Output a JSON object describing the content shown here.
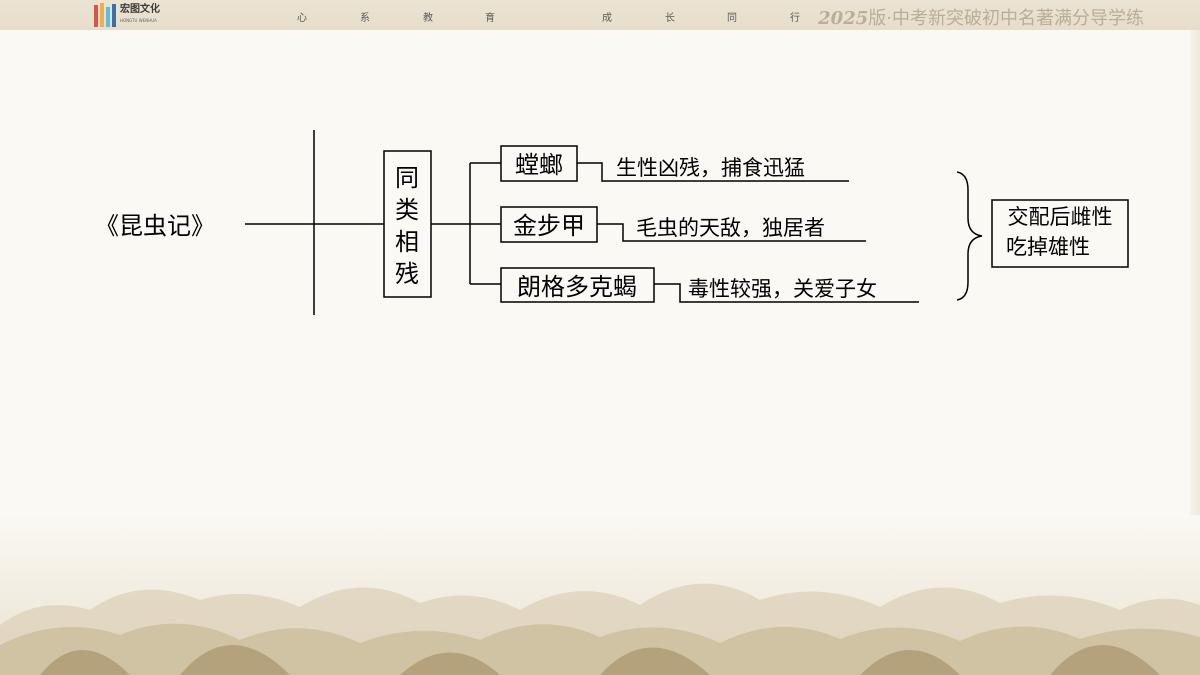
{
  "header": {
    "logo_text": "宏图文化",
    "logo_sub": "HONGTU WENHUA",
    "slogan_chars": [
      "心",
      "系",
      "教",
      "育",
      "成",
      "长",
      "同",
      "行"
    ],
    "series_year": "2025",
    "series_rest": "版·中考新突破初中名著满分导学练"
  },
  "diagram": {
    "root": "《昆虫记》",
    "category": [
      "同",
      "类",
      "相",
      "残"
    ],
    "insects": [
      {
        "name": "螳螂",
        "trait": "生性凶残，捕食迅猛"
      },
      {
        "name": "金步甲",
        "trait": "毛虫的天敌，独居者"
      },
      {
        "name": "朗格多克蝎",
        "trait": "毒性较强，关爱子女"
      }
    ],
    "conclusion": [
      "交配后雌性",
      "吃掉雄性"
    ]
  },
  "colors": {
    "line": "#000000",
    "header_bg": "#e6ddca",
    "title": "#b9ae98"
  }
}
